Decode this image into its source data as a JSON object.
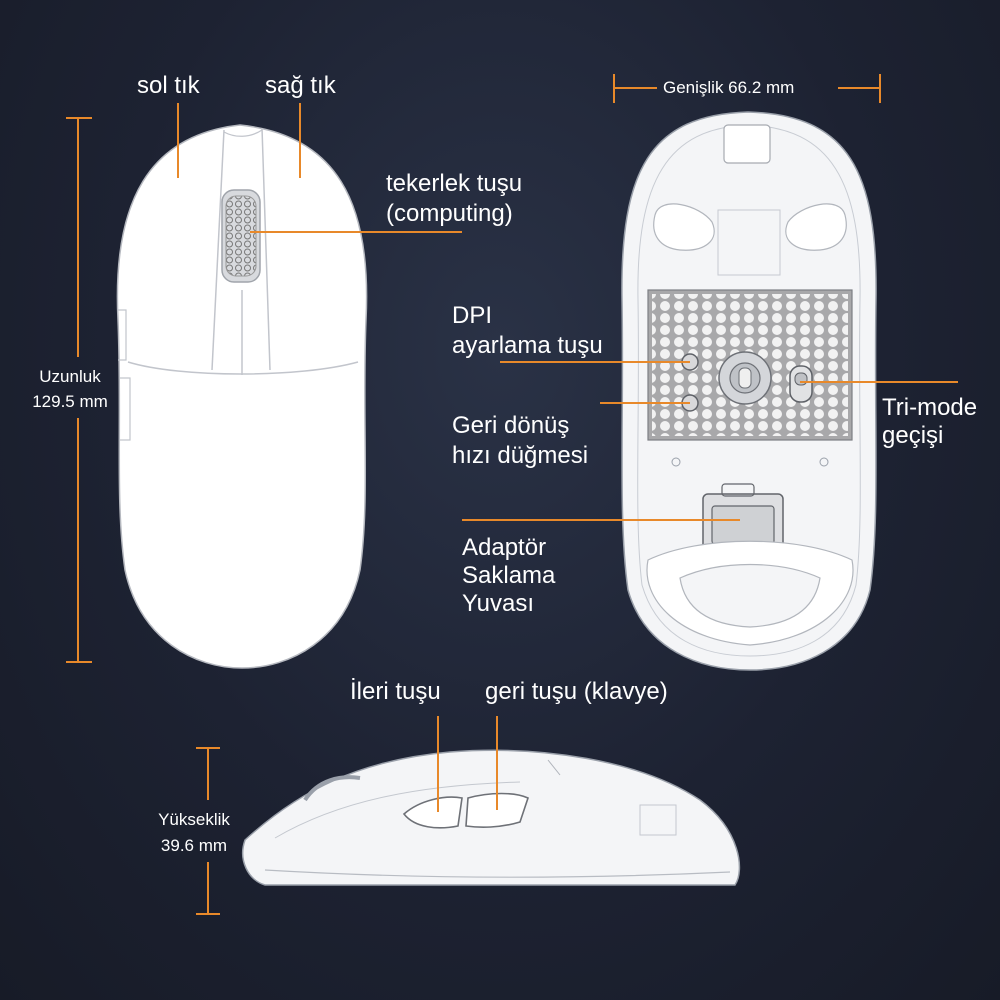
{
  "colors": {
    "background": "#1d2232",
    "accent": "#e8892a",
    "mouse_body": "#ffffff",
    "outline": "#9aa0aa",
    "bottom_plate": "#a8a8aa"
  },
  "top_view": {
    "left_click": "sol tık",
    "right_click": "sağ tık",
    "wheel_line1": "tekerlek tuşu",
    "wheel_line2": "(computing)",
    "length_line1": "Uzunluk",
    "length_line2": "129.5 mm"
  },
  "bottom_view": {
    "width": "Genişlik 66.2 mm",
    "dpi_line1": "DPI",
    "dpi_line2": "ayarlama tuşu",
    "poll_line1": "Geri dönüş",
    "poll_line2": "hızı düğmesi",
    "trimode_line1": "Tri-mode",
    "trimode_line2": "geçişi",
    "adapter_line1": "Adaptör",
    "adapter_line2": "Saklama",
    "adapter_line3": "Yuvası"
  },
  "side_view": {
    "forward": "İleri tuşu",
    "back": "geri tuşu (klavye)",
    "height_line1": "Yükseklik",
    "height_line2": "39.6 mm"
  }
}
